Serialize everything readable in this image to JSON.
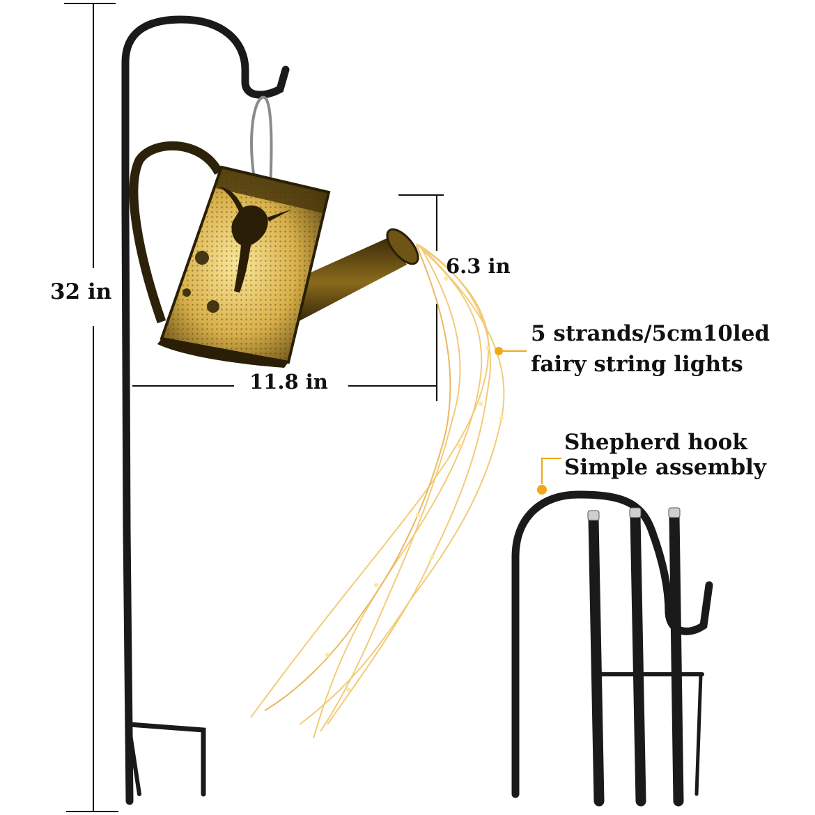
{
  "image": {
    "subject": "Solar watering can fairy light on shepherd hook",
    "background_color": "#ffffff"
  },
  "dimensions": {
    "height": "32 in",
    "width": "11.8 in",
    "spout_height": "6.3 in"
  },
  "callouts": {
    "strands_line1": "5 strands/5cm10led",
    "strands_line2": "fairy string lights",
    "hook_line1": "Shepherd hook",
    "hook_line2": "Simple assembly"
  },
  "colors": {
    "pole": "#1a1a1a",
    "can_gold": "#b8902a",
    "can_glow": "#f4d86a",
    "light_strands": "#f2c66a",
    "callout_dot": "#f0a818",
    "dimension_line": "#111111"
  }
}
